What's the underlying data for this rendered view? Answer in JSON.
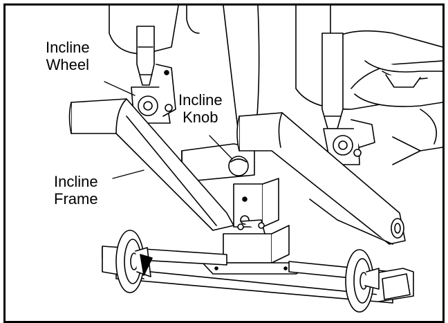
{
  "diagram": {
    "labels": {
      "incline_wheel": [
        "Incline",
        "Wheel"
      ],
      "incline_knob": [
        "Incline",
        "Knob"
      ],
      "incline_frame": [
        "Incline",
        "Frame"
      ]
    }
  }
}
